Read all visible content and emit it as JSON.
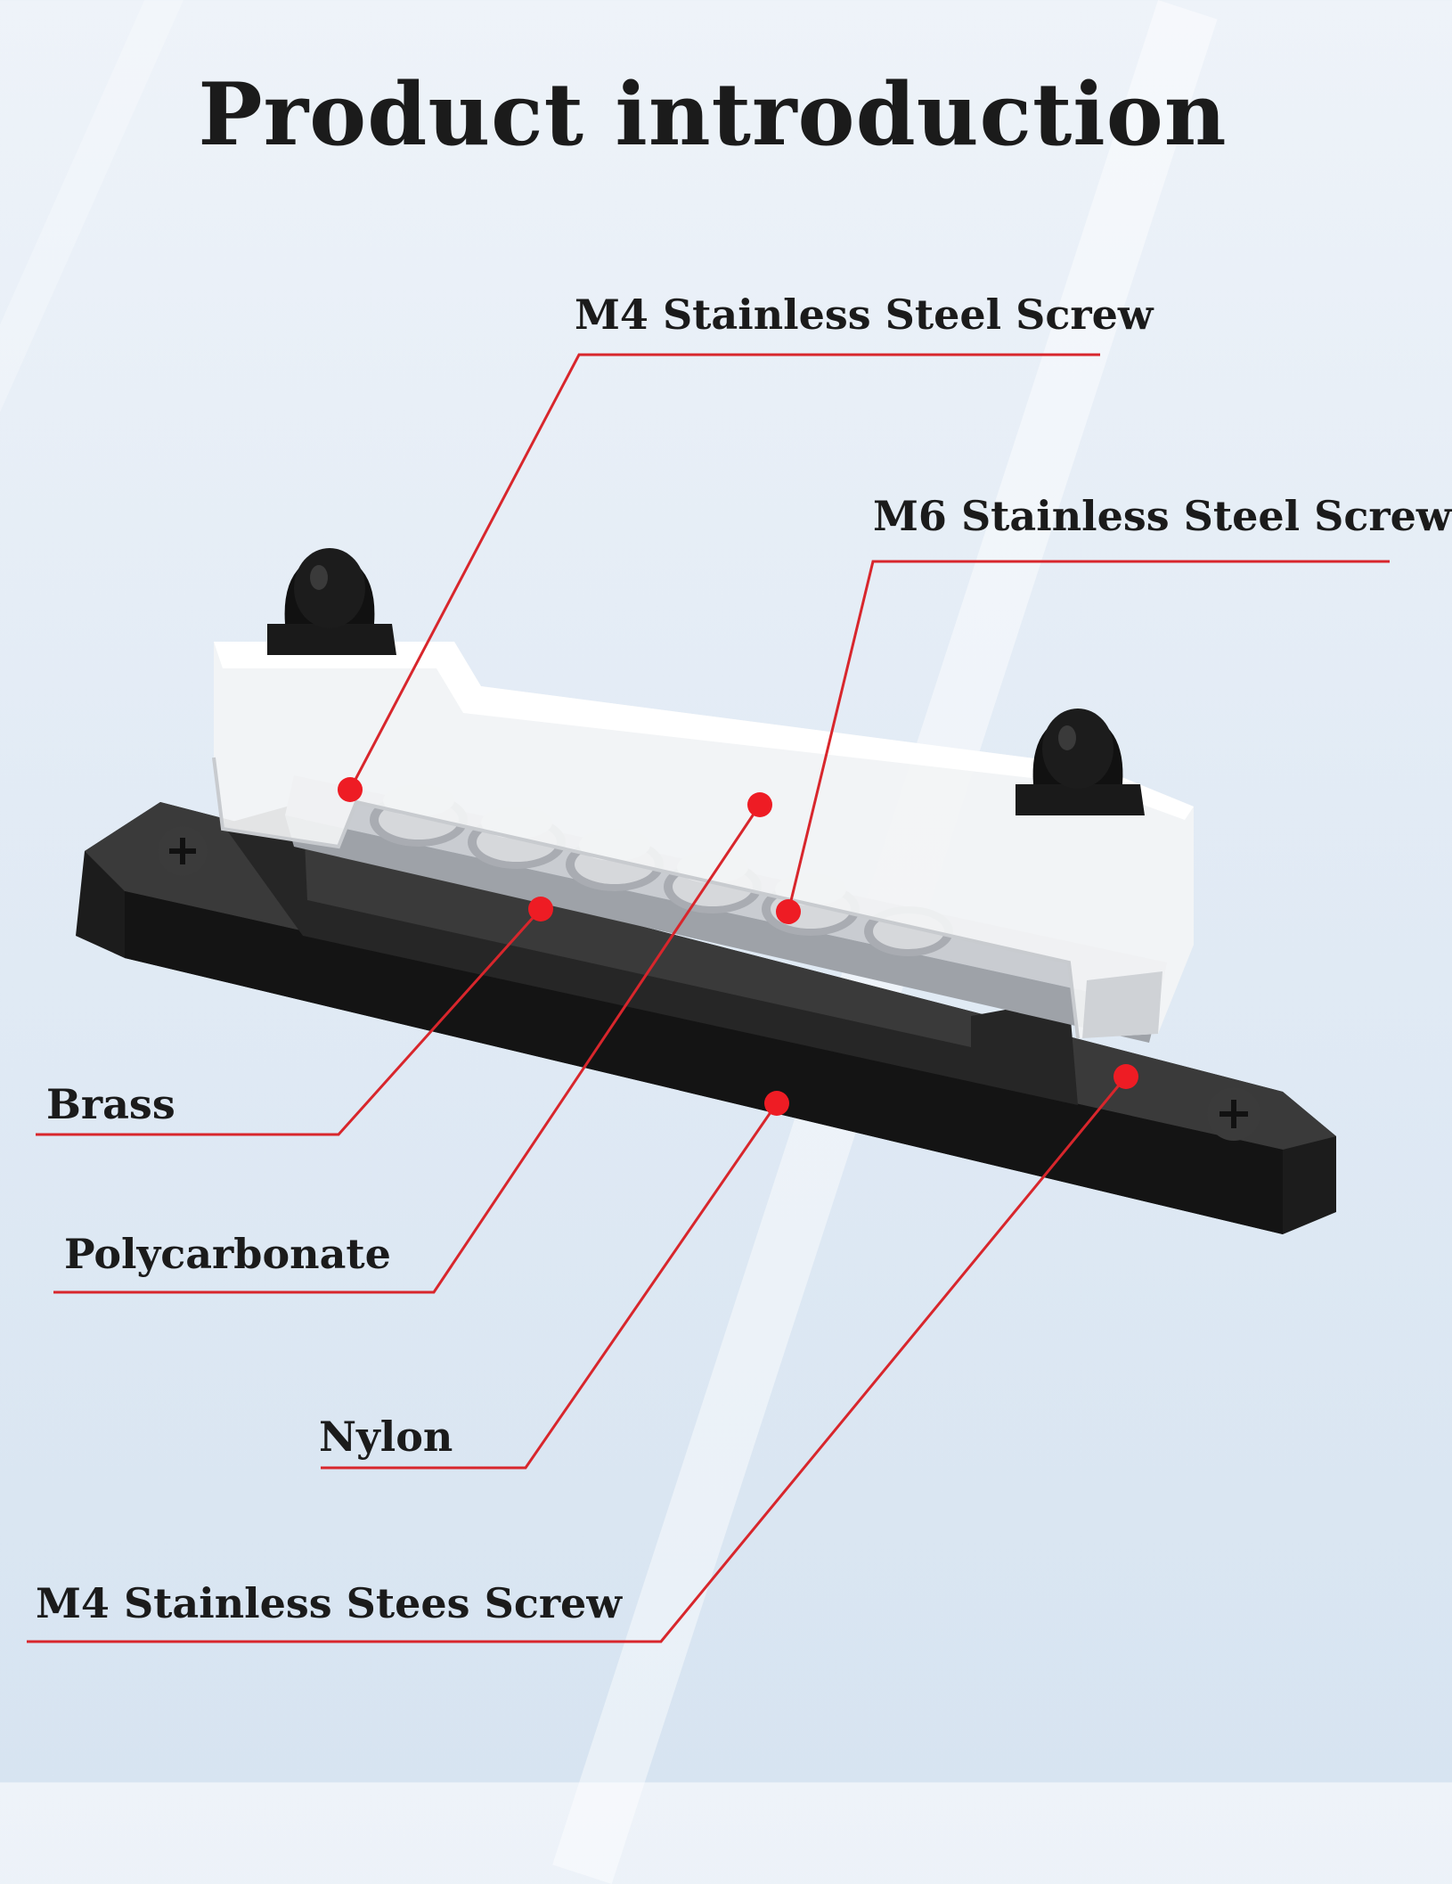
{
  "title": "Product introduction",
  "callouts": {
    "m4_top": "M4 Stainless Steel Screw",
    "m6": "M6 Stainless Steel Screw",
    "brass": "Brass",
    "polycarbonate": "Polycarbonate",
    "nylon": "Nylon",
    "m4_bottom": "M4 Stainless Stees Screw"
  },
  "colors": {
    "callout_line": "#d8262c",
    "callout_dot": "#ee1c24",
    "base": "#1e1e1e",
    "cover": "#eef0f2",
    "metal": "#b9bcc0"
  }
}
